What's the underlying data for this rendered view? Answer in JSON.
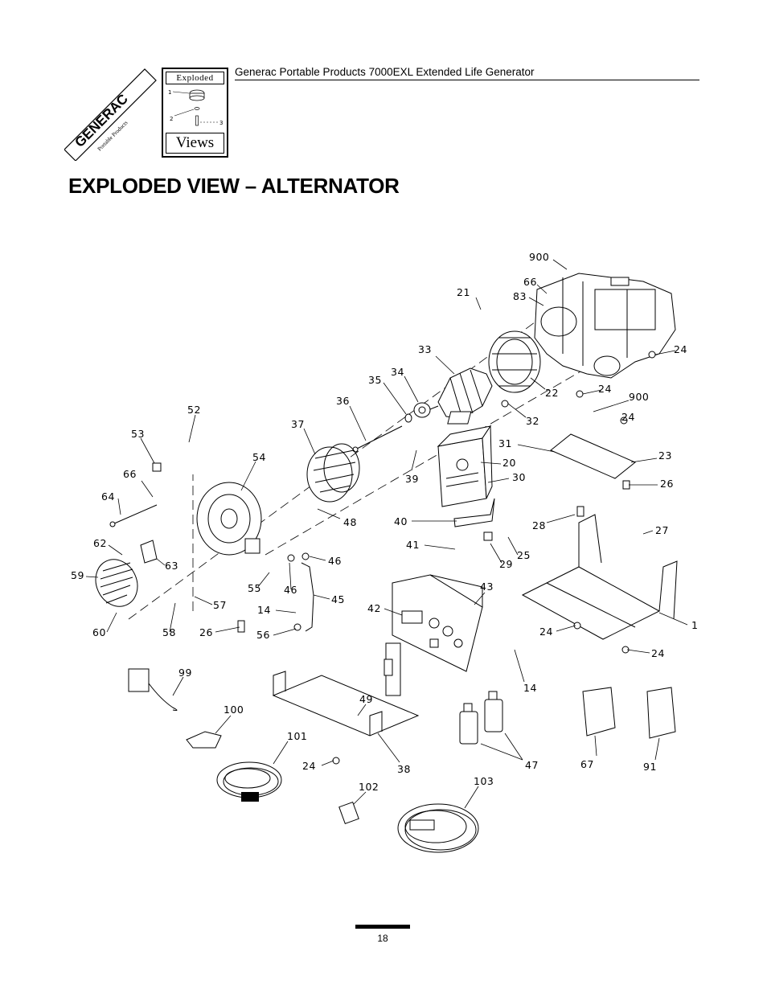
{
  "header": {
    "brand": "GENERAC",
    "brand_sub": "Portable Products",
    "badge_top": "Exploded",
    "badge_bottom": "Views",
    "badge_callouts": [
      "1",
      "2",
      "3"
    ],
    "doc_title": "Generac Portable Products 7000EXL Extended Life Generator"
  },
  "page": {
    "heading": "EXPLODED VIEW – ALTERNATOR",
    "number": "18"
  },
  "parts": [
    {
      "label": "900"
    },
    {
      "label": "66"
    },
    {
      "label": "83"
    },
    {
      "label": "21"
    },
    {
      "label": "24"
    },
    {
      "label": "33"
    },
    {
      "label": "34"
    },
    {
      "label": "35"
    },
    {
      "label": "22"
    },
    {
      "label": "24"
    },
    {
      "label": "900"
    },
    {
      "label": "36"
    },
    {
      "label": "32"
    },
    {
      "label": "52"
    },
    {
      "label": "24"
    },
    {
      "label": "37"
    },
    {
      "label": "53"
    },
    {
      "label": "54"
    },
    {
      "label": "31"
    },
    {
      "label": "23"
    },
    {
      "label": "20"
    },
    {
      "label": "39"
    },
    {
      "label": "30"
    },
    {
      "label": "26"
    },
    {
      "label": "66"
    },
    {
      "label": "64"
    },
    {
      "label": "48"
    },
    {
      "label": "40"
    },
    {
      "label": "28"
    },
    {
      "label": "27"
    },
    {
      "label": "62"
    },
    {
      "label": "41"
    },
    {
      "label": "25"
    },
    {
      "label": "46"
    },
    {
      "label": "29"
    },
    {
      "label": "63"
    },
    {
      "label": "59"
    },
    {
      "label": "55"
    },
    {
      "label": "46"
    },
    {
      "label": "43"
    },
    {
      "label": "45"
    },
    {
      "label": "42"
    },
    {
      "label": "57"
    },
    {
      "label": "14"
    },
    {
      "label": "1"
    },
    {
      "label": "24"
    },
    {
      "label": "24"
    },
    {
      "label": "60"
    },
    {
      "label": "58"
    },
    {
      "label": "26"
    },
    {
      "label": "56"
    },
    {
      "label": "14"
    },
    {
      "label": "99"
    },
    {
      "label": "49"
    },
    {
      "label": "100"
    },
    {
      "label": "101"
    },
    {
      "label": "47"
    },
    {
      "label": "67"
    },
    {
      "label": "91"
    },
    {
      "label": "24"
    },
    {
      "label": "38"
    },
    {
      "label": "102"
    },
    {
      "label": "103"
    }
  ]
}
